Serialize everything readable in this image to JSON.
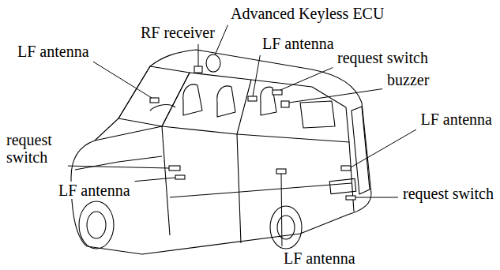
{
  "diagram": {
    "labels": [
      "Advanced Keyless ECU",
      "RF receiver",
      "LF antenna",
      "LF antenna",
      "request switch",
      "buzzer",
      "LF antenna",
      "request switch",
      "LF antenna",
      "request switch",
      "LF antenna"
    ]
  }
}
